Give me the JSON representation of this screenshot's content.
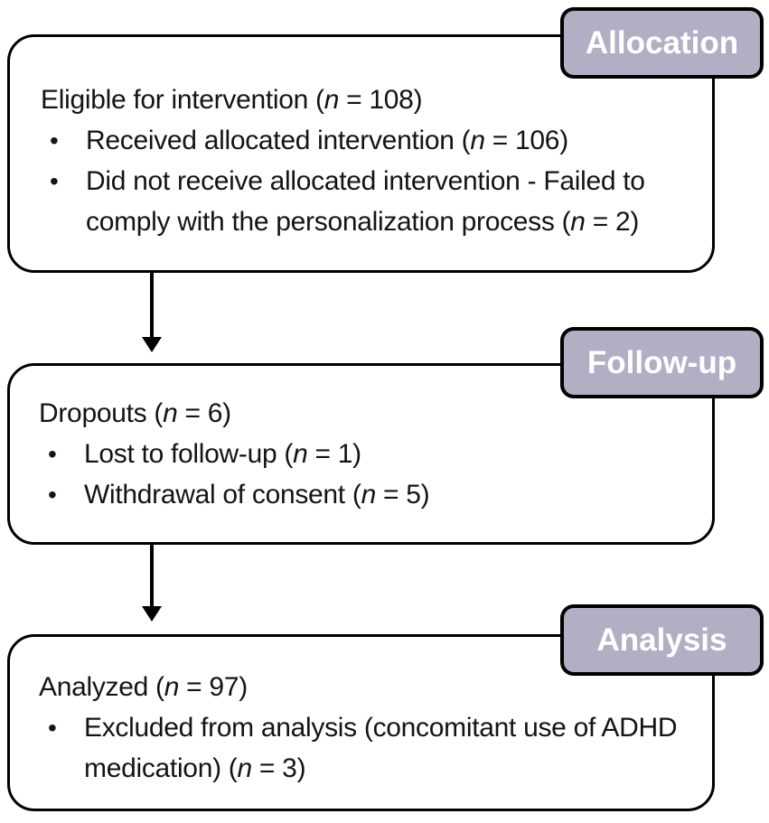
{
  "diagram": {
    "colors": {
      "badge_fill": "#b2afc5",
      "badge_text": "#ffffff",
      "outline": "#000000",
      "text": "#141414",
      "background": "#ffffff"
    },
    "bullet_glyph": "•",
    "stages": [
      {
        "badge": "Allocation",
        "heading": {
          "pre": "Eligible for intervention (",
          "var": "n",
          "post": " = 108)"
        },
        "bullets": [
          {
            "pre": "Received allocated intervention (",
            "var": "n",
            "post": " = 106)"
          },
          {
            "pre": "Did not receive allocated intervention - Failed to comply with the personalization process (",
            "var": "n",
            "post": " = 2)"
          }
        ]
      },
      {
        "badge": "Follow-up",
        "heading": {
          "pre": "Dropouts (",
          "var": "n",
          "post": " = 6)"
        },
        "bullets": [
          {
            "pre": "Lost to follow-up (",
            "var": "n",
            "post": " = 1)"
          },
          {
            "pre": "Withdrawal of consent (",
            "var": "n",
            "post": " = 5)"
          }
        ]
      },
      {
        "badge": "Analysis",
        "heading": {
          "pre": "Analyzed (",
          "var": "n",
          "post": " = 97)"
        },
        "bullets": [
          {
            "pre": "Excluded from analysis (concomitant use of ADHD medication) (",
            "var": "n",
            "post": " = 3)"
          }
        ]
      }
    ]
  }
}
